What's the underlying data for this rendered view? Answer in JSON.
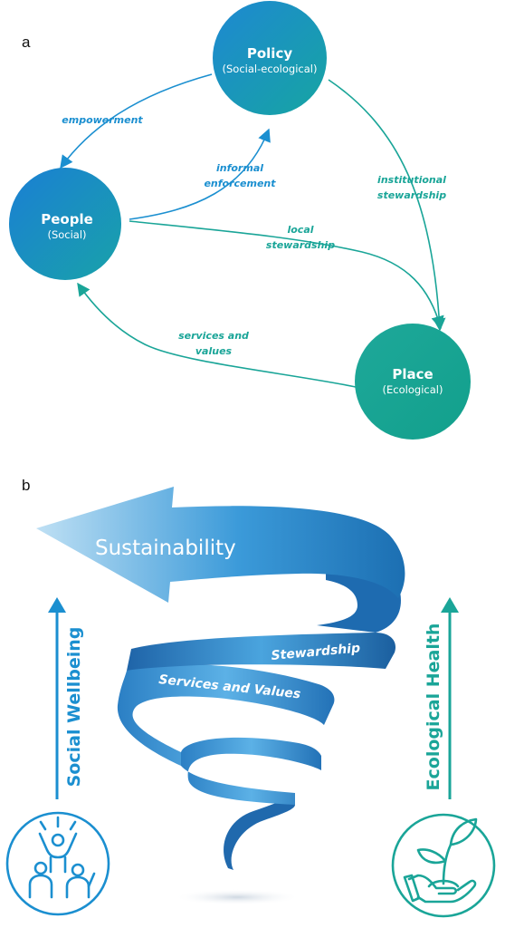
{
  "panel_a": {
    "letter": "a",
    "nodes": {
      "policy": {
        "title": "Policy",
        "subtitle": "(Social-ecological)"
      },
      "people": {
        "title": "People",
        "subtitle": "(Social)"
      },
      "place": {
        "title": "Place",
        "subtitle": "(Ecological)"
      }
    },
    "edges": {
      "empowerment": "empowerment",
      "informal_line1": "informal",
      "informal_line2": "enforcement",
      "institutional_line1": "institutional",
      "institutional_line2": "stewardship",
      "local_line1": "local",
      "local_line2": "stewardship",
      "services_line1": "services and",
      "services_line2": "values"
    }
  },
  "panel_b": {
    "letter": "b",
    "arrow_label": "Sustainability",
    "ribbon_labels": {
      "stewardship": "Stewardship",
      "services": "Services and Values"
    },
    "left_axis": "Social Wellbeing",
    "right_axis": "Ecological Health"
  },
  "colors": {
    "blue": "#1b8fd0",
    "teal": "#1aa598",
    "blue_dark": "#1f6fb1",
    "people_icon": "people-celebrating-icon",
    "plant_icon": "plant-in-hand-icon"
  }
}
